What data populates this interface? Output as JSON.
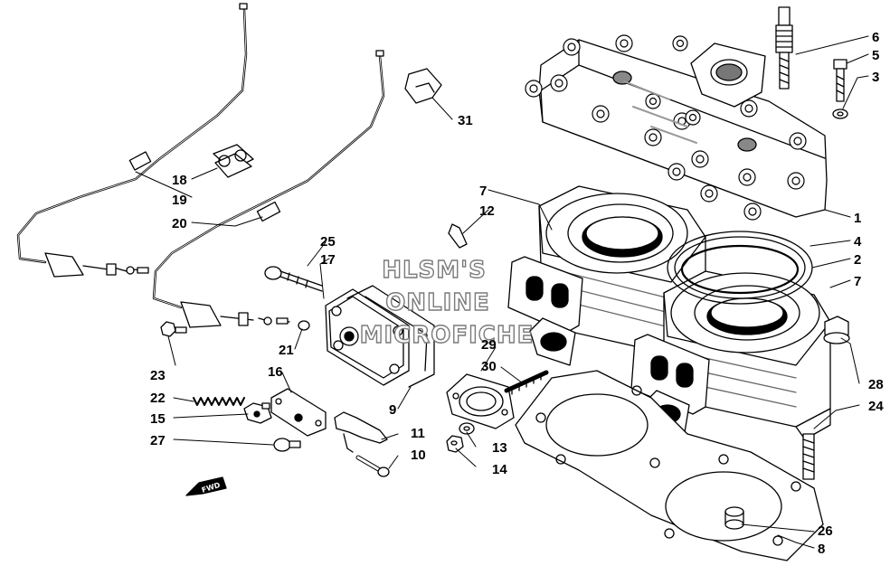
{
  "watermark": {
    "line1": "HLSM'S",
    "line2": "ONLINE",
    "line3": "MICROFICHE"
  },
  "direction_tag": "FWD",
  "callouts": {
    "n1": "1",
    "n2": "2",
    "n3": "3",
    "n4": "4",
    "n5": "5",
    "n6": "6",
    "n7a": "7",
    "n7b": "7",
    "n8": "8",
    "n9": "9",
    "n10": "10",
    "n11": "11",
    "n12": "12",
    "n13": "13",
    "n14": "14",
    "n15": "15",
    "n16": "16",
    "n17": "17",
    "n18": "18",
    "n19": "19",
    "n20": "20",
    "n21": "21",
    "n22": "22",
    "n23": "23",
    "n24": "24",
    "n25": "25",
    "n26": "26",
    "n27": "27",
    "n28": "28",
    "n29": "29",
    "n30": "30",
    "n31": "31"
  }
}
